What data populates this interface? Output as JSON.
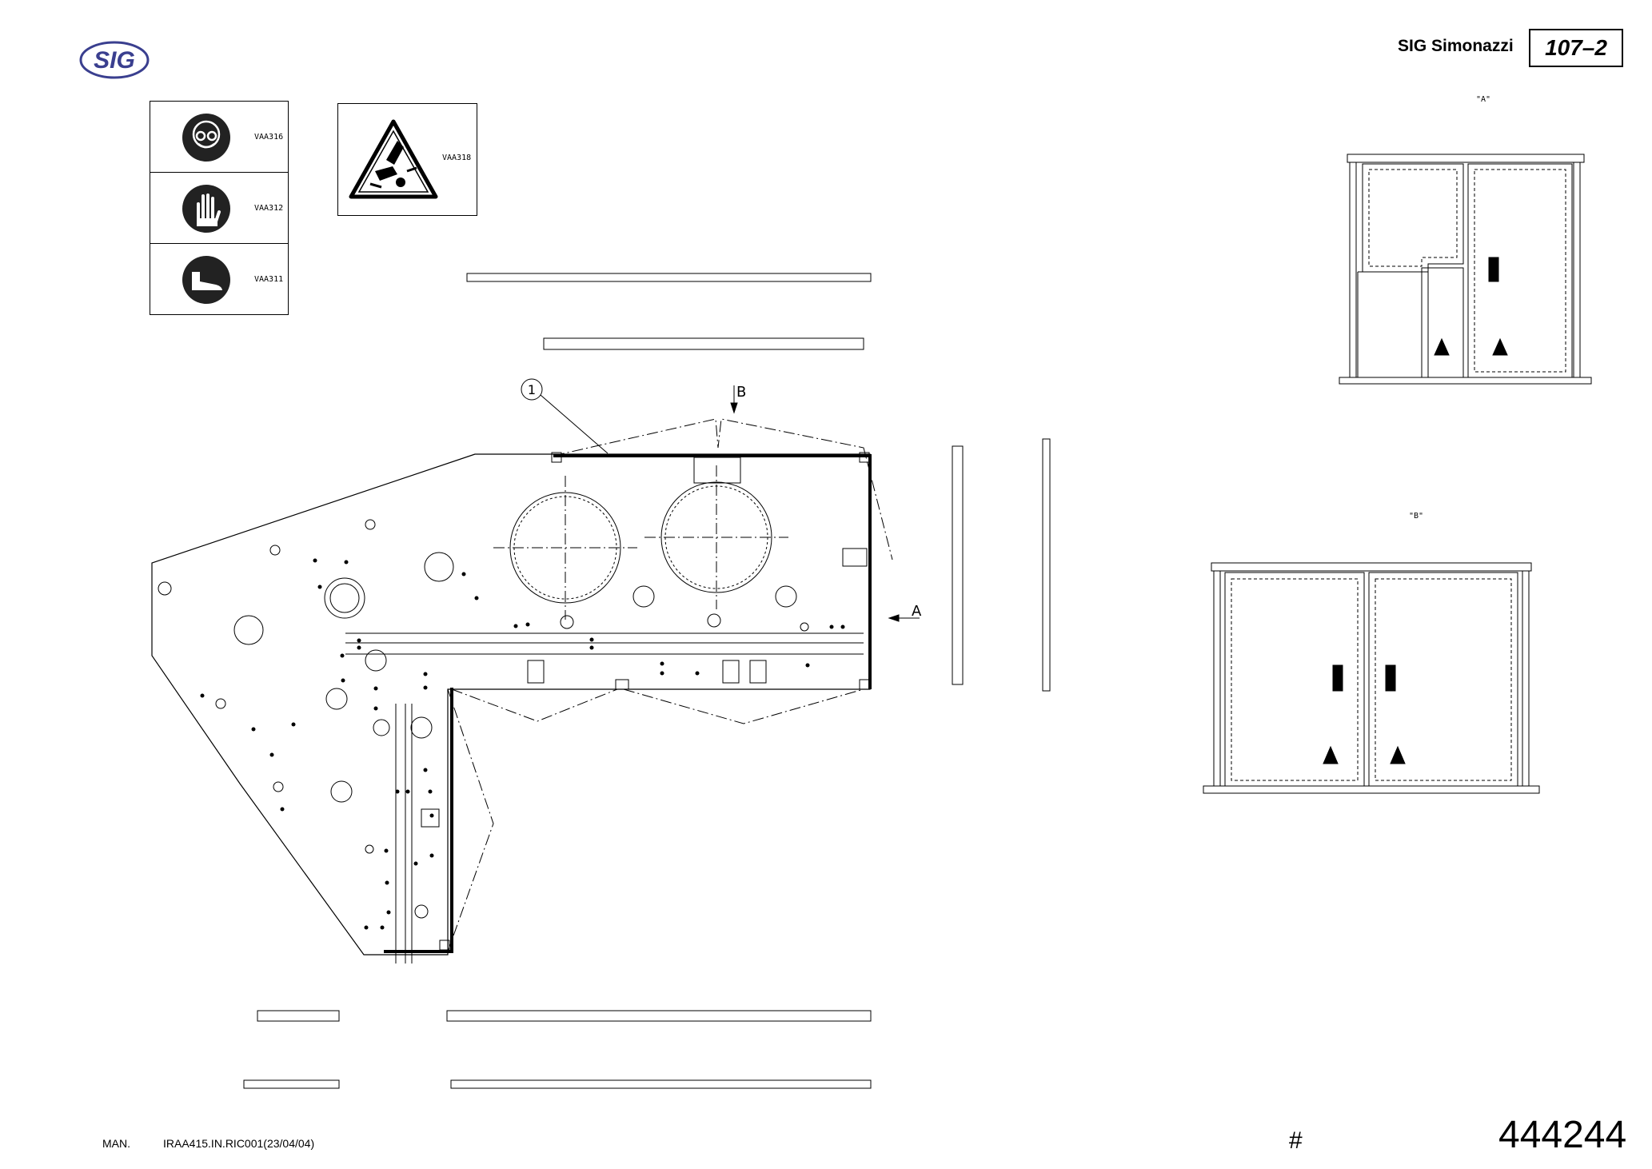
{
  "header": {
    "logo_text": "SIG",
    "company": "SIG Simonazzi",
    "page": "107–2"
  },
  "symbols": [
    {
      "icon": "safety-goggles-icon",
      "code": "VAA316"
    },
    {
      "icon": "protective-gloves-icon",
      "code": "VAA312"
    },
    {
      "icon": "safety-shoes-icon",
      "code": "VAA311"
    }
  ],
  "warning": {
    "icon": "hand-crush-warning-icon",
    "code": "VAA318"
  },
  "drawing": {
    "callout": "1",
    "arrow_b": "B",
    "arrow_a": "A",
    "view_a_label": "\"A\"",
    "view_b_label": "\"B\""
  },
  "footer": {
    "man_label": "MAN.",
    "ref": "IRAA415.IN.RIC001(23/04/04)",
    "hash": "#",
    "number": "444244"
  },
  "colors": {
    "logo": "#3a3f8f",
    "line": "#000000"
  }
}
